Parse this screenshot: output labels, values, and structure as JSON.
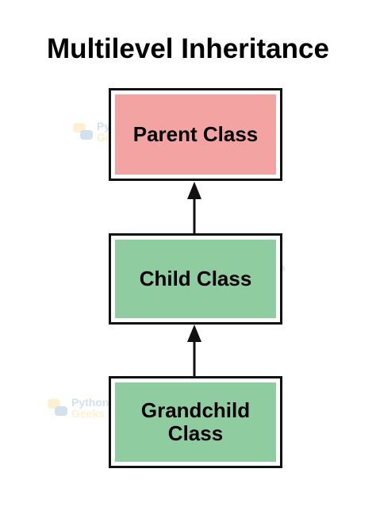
{
  "title": "Multilevel Inheritance",
  "nodes": [
    {
      "id": "parent",
      "label": "Parent Class",
      "fill": "#f4a3a3"
    },
    {
      "id": "child",
      "label": "Child Class",
      "fill": "#8fcc9f"
    },
    {
      "id": "grandchild",
      "label": "Grandchild Class",
      "fill": "#8fcc9f"
    }
  ],
  "edges": [
    {
      "from": "child",
      "to": "parent"
    },
    {
      "from": "grandchild",
      "to": "child"
    }
  ],
  "watermark": {
    "line1": "Python",
    "line2": "Geeks"
  }
}
